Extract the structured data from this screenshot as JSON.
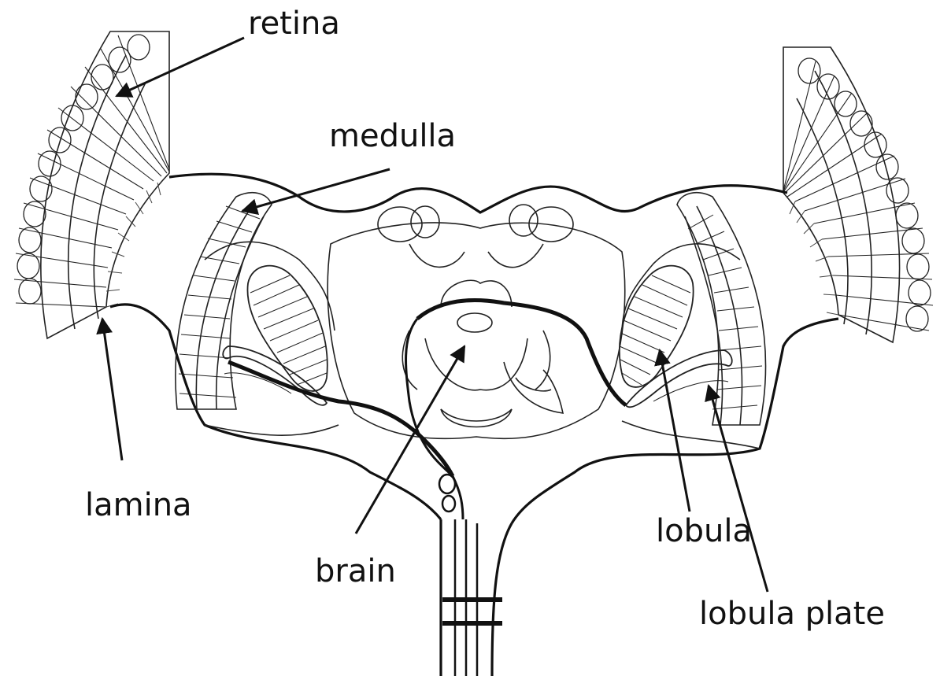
{
  "labels": {
    "retina": "retina",
    "medulla": "medulla",
    "lamina": "lamina",
    "brain": "brain",
    "lobula": "lobula",
    "lobula_plate": "lobula plate"
  },
  "colors": {
    "ink": "#111111",
    "background": "#ffffff"
  }
}
